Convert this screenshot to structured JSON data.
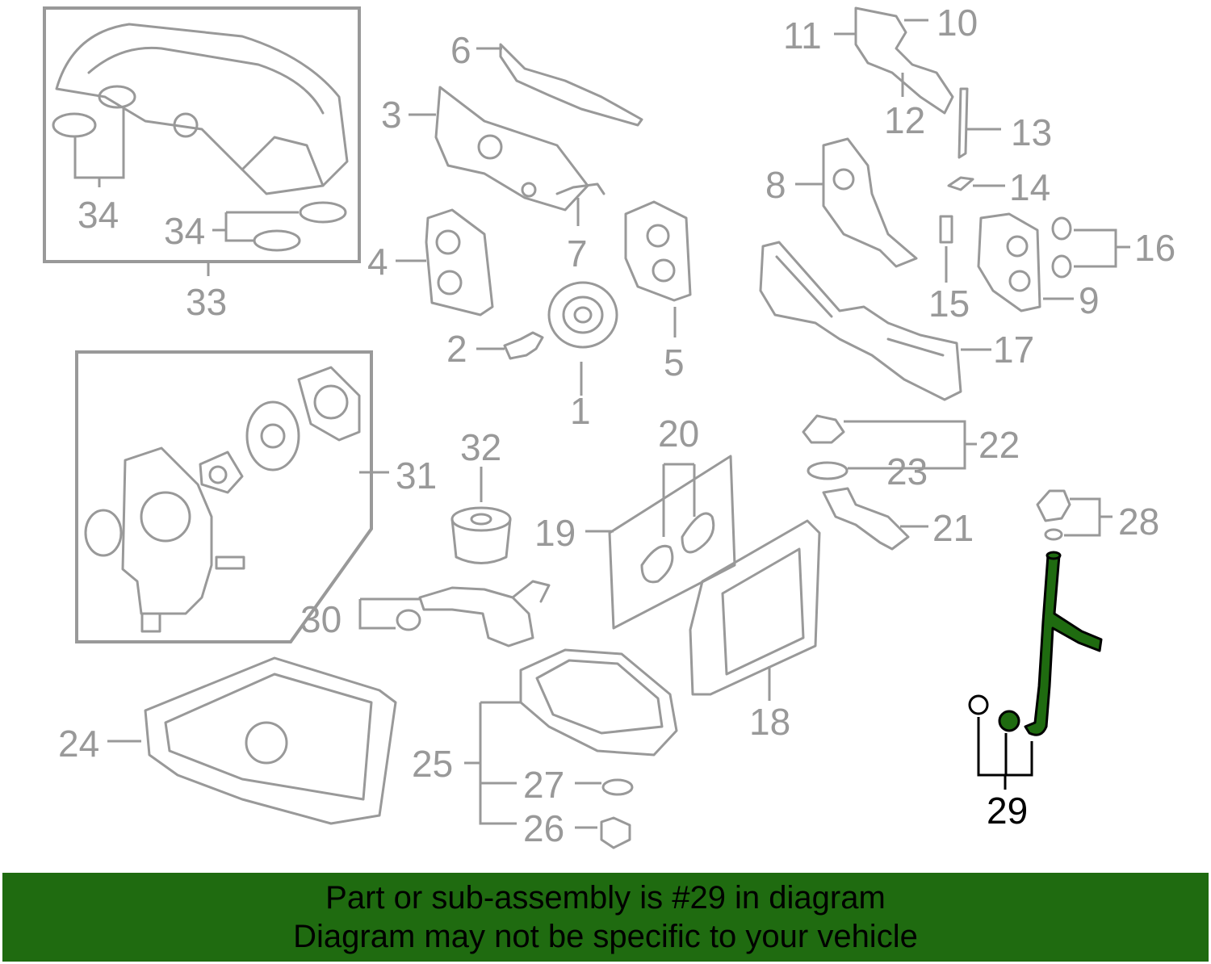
{
  "footer": {
    "line1": "Part or sub-assembly is #29 in diagram",
    "line2": "Diagram may not be specific to your vehicle"
  },
  "highlighted_part": "29",
  "colors": {
    "highlight": "#1f6b10",
    "parts": "#999999",
    "highlight_label": "#000000"
  },
  "callouts": {
    "c1": "1",
    "c2": "2",
    "c3": "3",
    "c4": "4",
    "c5": "5",
    "c6": "6",
    "c7": "7",
    "c8": "8",
    "c9": "9",
    "c10": "10",
    "c11": "11",
    "c12": "12",
    "c13": "13",
    "c14": "14",
    "c15": "15",
    "c16": "16",
    "c17": "17",
    "c18": "18",
    "c19": "19",
    "c20": "20",
    "c21": "21",
    "c22": "22",
    "c23": "23",
    "c24": "24",
    "c25": "25",
    "c26": "26",
    "c27": "27",
    "c28": "28",
    "c29": "29",
    "c30": "30",
    "c31": "31",
    "c32": "32",
    "c33": "33",
    "c34a": "34",
    "c34b": "34"
  }
}
